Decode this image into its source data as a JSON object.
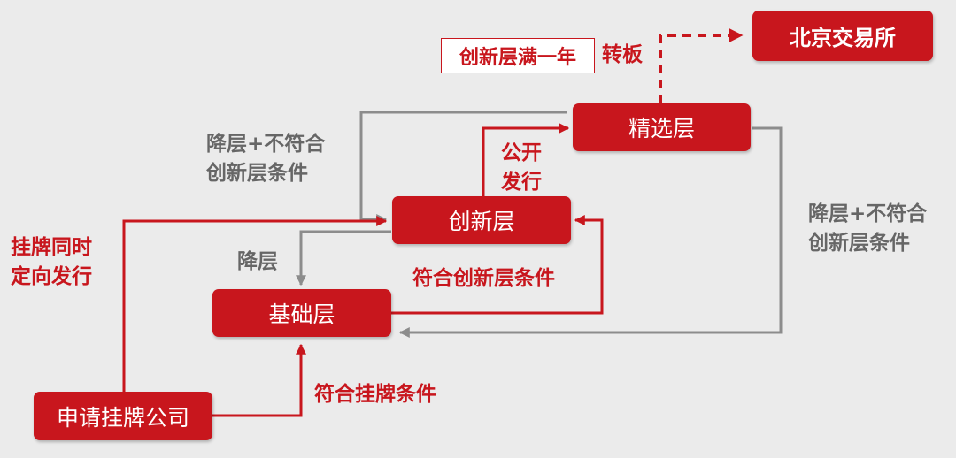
{
  "nodes": {
    "beijing_exchange": "北京交易所",
    "select_tier": "精选层",
    "innovation_tier": "创新层",
    "base_tier": "基础层",
    "applicant": "申请挂牌公司"
  },
  "labels": {
    "one_year": "创新层满一年",
    "transfer": "转板",
    "public_issue_1": "公开",
    "public_issue_2": "发行",
    "downgrade_left_1": "降层+不符合",
    "downgrade_left_2": "创新层条件",
    "downgrade_right_1": "降层+不符合",
    "downgrade_right_2": "创新层条件",
    "downgrade": "降层",
    "meets_innovation": "符合创新层条件",
    "meets_listing": "符合挂牌条件",
    "listing_issue_1": "挂牌同时",
    "listing_issue_2": "定向发行"
  },
  "colors": {
    "accent": "#c8161d",
    "gray": "#8c8c8c",
    "background": "#ebebeb"
  }
}
